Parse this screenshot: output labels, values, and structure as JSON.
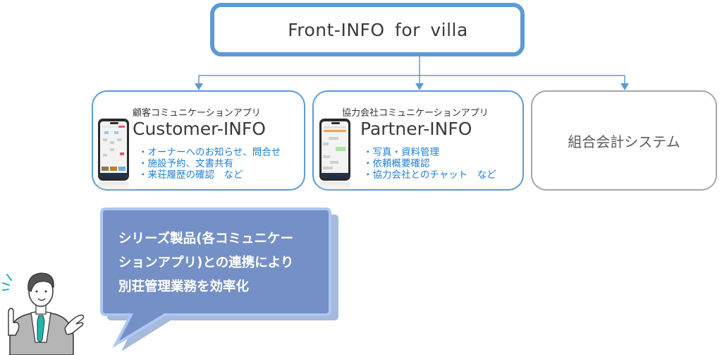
{
  "diagram": {
    "top_node": {
      "label": "Front-INFO  for  villa"
    },
    "children": [
      {
        "subtitle": "顧客コミュニケーションアプリ",
        "title": "Customer-INFO",
        "features": [
          "・オーナーへのお知らせ、問合せ",
          "・施設予約、文書共有",
          "・来荘履歴の確認　など"
        ],
        "icon": "smartphone-icon"
      },
      {
        "subtitle": "協力会社コミュニケーションアプリ",
        "title": "Partner-INFO",
        "features": [
          "・写真・資料管理",
          "・依頼概要確認",
          "・協力会社とのチャット　など"
        ],
        "icon": "smartphone-icon"
      },
      {
        "title": "組合会計システム"
      }
    ],
    "callout": {
      "lines": [
        "シリーズ製品(各コミュニケー",
        "ションアプリ)との連携により",
        "別荘管理業務を効率化"
      ],
      "speaker_icon": "businessman-icon"
    }
  },
  "colors": {
    "primary_border": "#5b9bd5",
    "feature_text": "#1f7fd6",
    "gray_border": "#a6a6a6",
    "callout_fill": "#7590c7",
    "callout_outline": "#9fc3f0",
    "tie": "#1fb5b0"
  }
}
